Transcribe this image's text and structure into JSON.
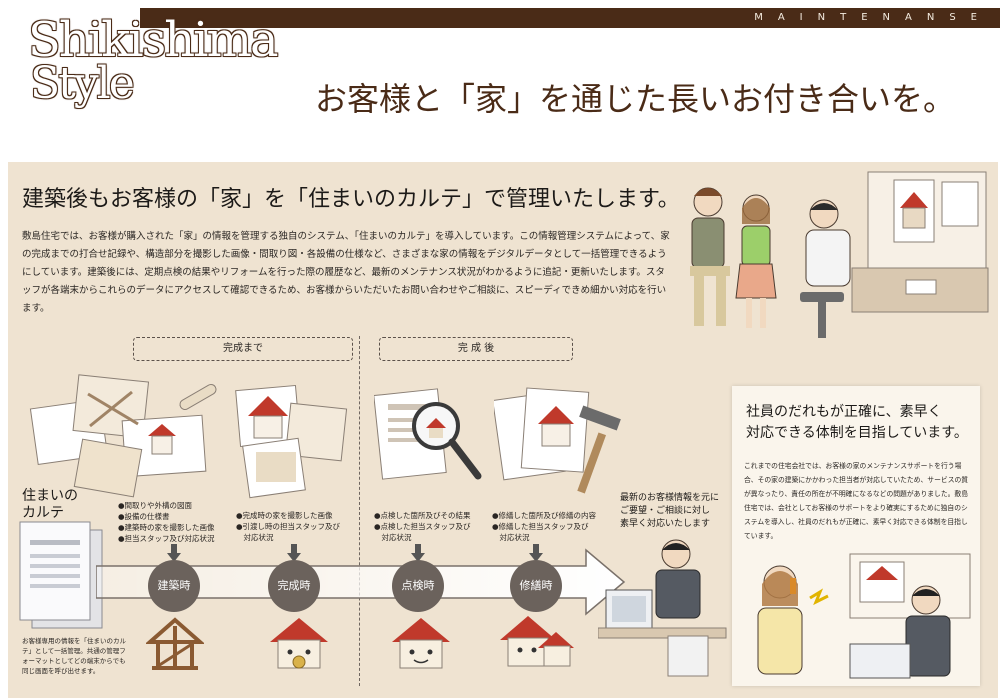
{
  "header": {
    "logo_line1": "Shikishima",
    "logo_line2": "Style",
    "category": "MAINTENANSE",
    "headline": "お客様と「家」を通じた長いお付き合いを。"
  },
  "main": {
    "subhead": "建築後もお客様の「家」を「住まいのカルテ」で管理いたします。",
    "intro": "敷島住宅では、お客様が購入された「家」の情報を管理する独自のシステム、「住まいのカルテ」を導入しています。この情報管理システムによって、家の完成までの打合せ記録や、構造部分を撮影した画像・間取り図・各設備の仕様など、さまざまな家の情報をデジタルデータとして一括管理できるようにしています。建築後には、定期点検の結果やリフォームを行った際の履歴など、最新のメンテナンス状況がわかるように追記・更新いたします。スタッフが各端末からこれらのデータにアクセスして確認できるため、お客様からいただいたお問い合わせやご相談に、スピーディできめ細かい対応を行います。",
    "phase_before": "完成まで",
    "phase_after": "完 成 後",
    "karte_label_line1": "住まいの",
    "karte_label_line2": "カルテ",
    "steps": [
      {
        "label": "建築時",
        "bullets": [
          "●間取りや外構の図面",
          "●設備の仕様書",
          "●建築時の家を撮影した画像",
          "●担当スタッフ及び対応状況"
        ]
      },
      {
        "label": "完成時",
        "bullets": [
          "●完成時の家を撮影した画像",
          "●引渡し時の担当スタッフ及び",
          "　対応状況"
        ]
      },
      {
        "label": "点検時",
        "bullets": [
          "●点検した箇所及びその結果",
          "●点検した担当スタッフ及び",
          "　対応状況"
        ]
      },
      {
        "label": "修繕時",
        "bullets": [
          "●修繕した箇所及び修繕の内容",
          "●修繕した担当スタッフ及び",
          "　対応状況"
        ]
      }
    ],
    "latest_line1": "最新のお客様情報を元に",
    "latest_line2": "ご要望・ご相談に対し",
    "latest_line3": "素早く対応いたします",
    "bottom_note": "お客様専用の情報を「住まいのカルテ」として一括管理。共通の管理フォーマットとしてどの端末からでも同じ画面を呼び出せます。"
  },
  "side": {
    "head_line1": "社員のだれもが正確に、素早く",
    "head_line2": "対応できる体制を目指しています。",
    "text": "これまでの住宅会社では、お客様の家のメンテナンスサポートを行う場合、その家の建築にかかわった担当者が対応していたため、サービスの質が異なったり、責任の所在が不明確になるなどの問題がありました。敷島住宅では、会社としてお客様のサポートをより確実にするために独自のシステムを導入し、社員のだれもが正確に、素早く対応できる体制を目指しています。"
  },
  "colors": {
    "brand_brown": "#4a2b17",
    "panel_beige": "#efe3d1",
    "step_circle": "#6b625c",
    "roof_red": "#c0392b"
  }
}
